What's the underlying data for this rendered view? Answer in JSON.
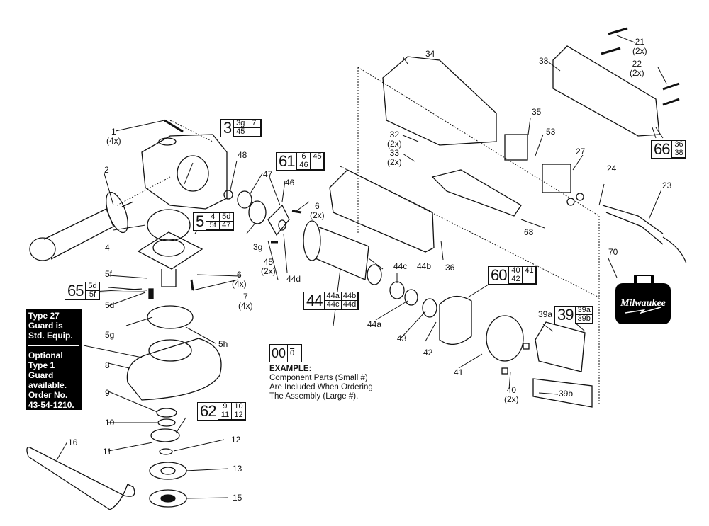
{
  "diagram": {
    "title": "Milwaukee Angle Grinder Exploded Parts Diagram",
    "brand_text": "Milwaukee",
    "guard_note": {
      "lines_top": [
        "Type 27",
        "Guard is",
        "Std. Equip."
      ],
      "lines_bottom": [
        "Optional",
        "Type 1",
        "Guard",
        "available.",
        "Order No.",
        "43-54-1210."
      ]
    },
    "example": {
      "assembly": "00",
      "component": "0",
      "heading": "EXAMPLE:",
      "lines": [
        "Component Parts (Small #)",
        "Are Included When Ordering",
        "The Assembly (Large #)."
      ]
    },
    "assemblies": [
      {
        "id": "3",
        "parts": [
          "3g",
          "7",
          "45",
          ""
        ]
      },
      {
        "id": "5",
        "parts": [
          "4",
          "5d",
          "5f",
          "47"
        ]
      },
      {
        "id": "61",
        "parts": [
          "6",
          "45",
          "46",
          ""
        ]
      },
      {
        "id": "65",
        "parts": [
          "5d",
          "5f"
        ]
      },
      {
        "id": "44",
        "parts": [
          "44a",
          "44b",
          "44c",
          "44d"
        ]
      },
      {
        "id": "62",
        "parts": [
          "9",
          "10",
          "11",
          "12"
        ]
      },
      {
        "id": "60",
        "parts": [
          "40",
          "41",
          "42",
          ""
        ]
      },
      {
        "id": "39",
        "parts": [
          "39a",
          "39b"
        ]
      },
      {
        "id": "66",
        "parts": [
          "36",
          "38"
        ]
      }
    ],
    "part_labels": [
      {
        "id": "1",
        "qty": "(4x)"
      },
      {
        "id": "2",
        "qty": ""
      },
      {
        "id": "4",
        "qty": ""
      },
      {
        "id": "5f",
        "qty": ""
      },
      {
        "id": "5d",
        "qty": ""
      },
      {
        "id": "5g",
        "qty": ""
      },
      {
        "id": "5h",
        "qty": ""
      },
      {
        "id": "6",
        "qty": "(4x)"
      },
      {
        "id": "7",
        "qty": "(4x)"
      },
      {
        "id": "8",
        "qty": ""
      },
      {
        "id": "9",
        "qty": ""
      },
      {
        "id": "10",
        "qty": ""
      },
      {
        "id": "11",
        "qty": ""
      },
      {
        "id": "12",
        "qty": ""
      },
      {
        "id": "13",
        "qty": ""
      },
      {
        "id": "15",
        "qty": ""
      },
      {
        "id": "16",
        "qty": ""
      },
      {
        "id": "48",
        "qty": ""
      },
      {
        "id": "47",
        "qty": ""
      },
      {
        "id": "3g",
        "qty": ""
      },
      {
        "id": "46",
        "qty": ""
      },
      {
        "id": "6",
        "qty": "(2x)"
      },
      {
        "id": "45",
        "qty": "(2x)"
      },
      {
        "id": "44d",
        "qty": ""
      },
      {
        "id": "44c",
        "qty": ""
      },
      {
        "id": "44b",
        "qty": ""
      },
      {
        "id": "44a",
        "qty": ""
      },
      {
        "id": "43",
        "qty": ""
      },
      {
        "id": "42",
        "qty": ""
      },
      {
        "id": "41",
        "qty": ""
      },
      {
        "id": "40",
        "qty": "(2x)"
      },
      {
        "id": "39a",
        "qty": ""
      },
      {
        "id": "39b",
        "qty": ""
      },
      {
        "id": "36",
        "qty": ""
      },
      {
        "id": "34",
        "qty": ""
      },
      {
        "id": "32",
        "qty": "(2x)"
      },
      {
        "id": "33",
        "qty": "(2x)"
      },
      {
        "id": "35",
        "qty": ""
      },
      {
        "id": "53",
        "qty": ""
      },
      {
        "id": "27",
        "qty": ""
      },
      {
        "id": "24",
        "qty": ""
      },
      {
        "id": "23",
        "qty": ""
      },
      {
        "id": "68",
        "qty": ""
      },
      {
        "id": "70",
        "qty": ""
      },
      {
        "id": "38",
        "qty": ""
      },
      {
        "id": "21",
        "qty": "(2x)"
      },
      {
        "id": "22",
        "qty": "(2x)"
      }
    ]
  }
}
